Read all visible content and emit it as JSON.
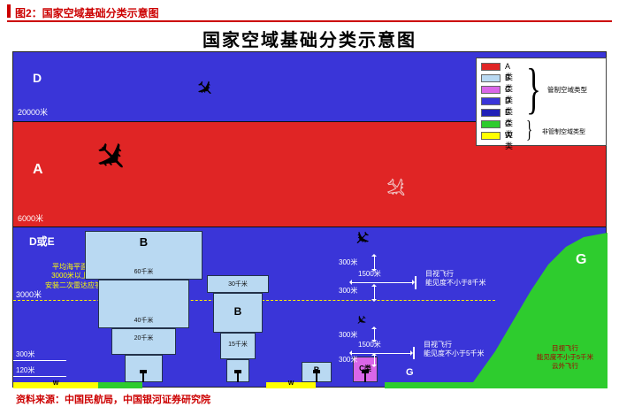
{
  "page": {
    "figure_label": "图2：国家空域基础分类示意图",
    "title": "国家空域基础分类示意图",
    "source": "资料来源：中国民航局，中国银河证券研究院"
  },
  "colors": {
    "accent_red": "#cc0000",
    "band_blue": "#3a35d8",
    "band_red": "#e02525",
    "class_b_light_blue": "#b9d9f2",
    "class_c_violet": "#d966e8",
    "class_e_dark_blue": "#2222b8",
    "class_g_green": "#2ecc2e",
    "class_w_yellow": "#ffff00"
  },
  "icons": {
    "airplane": "✈",
    "brace": "}"
  },
  "legend": {
    "items": [
      {
        "label": "A类",
        "color": "#e02525"
      },
      {
        "label": "B类",
        "color": "#b9d9f2"
      },
      {
        "label": "C类",
        "color": "#d966e8"
      },
      {
        "label": "D类",
        "color": "#3a35d8"
      },
      {
        "label": "E类",
        "color": "#2222b8"
      },
      {
        "label": "G类",
        "color": "#2ecc2e"
      },
      {
        "label": "W类",
        "color": "#ffff00"
      }
    ],
    "group_controlled": "管制空域类型",
    "group_uncontrolled": "非管制空域类型"
  },
  "zones": {
    "upper_d": "D",
    "class_a": "A",
    "d_or_e": "D或E",
    "terrain_g": "G",
    "ground_g": "G",
    "w1": "W",
    "w2": "W"
  },
  "altitudes": {
    "m20000": "20000米",
    "m6000": "6000米",
    "m3000": "3000米",
    "m300": "300米",
    "m120": "120米"
  },
  "towers": {
    "big": {
      "label": "B",
      "step1": "60千米",
      "step2": "40千米",
      "step3": "20千米"
    },
    "medium": {
      "label": "B",
      "step1": "30千米",
      "step2": "15千米"
    },
    "small": {
      "label": "B"
    },
    "class_c": {
      "label": "C类"
    }
  },
  "annotations": {
    "transponder": "平均海平面高度\n3000米以上必须\n安装二次雷达应答机",
    "vfr_high": {
      "alt_up": "300米",
      "alt_down": "300米",
      "dist": "1500米",
      "note": "目视飞行\n能见度不小于8千米"
    },
    "vfr_low": {
      "alt_up": "300米",
      "alt_down": "300米",
      "dist": "1500米",
      "note": "目视飞行\n能见度不小于5千米"
    },
    "terrain_note": "目视飞行\n能见度不小于5千米\n云外飞行"
  }
}
